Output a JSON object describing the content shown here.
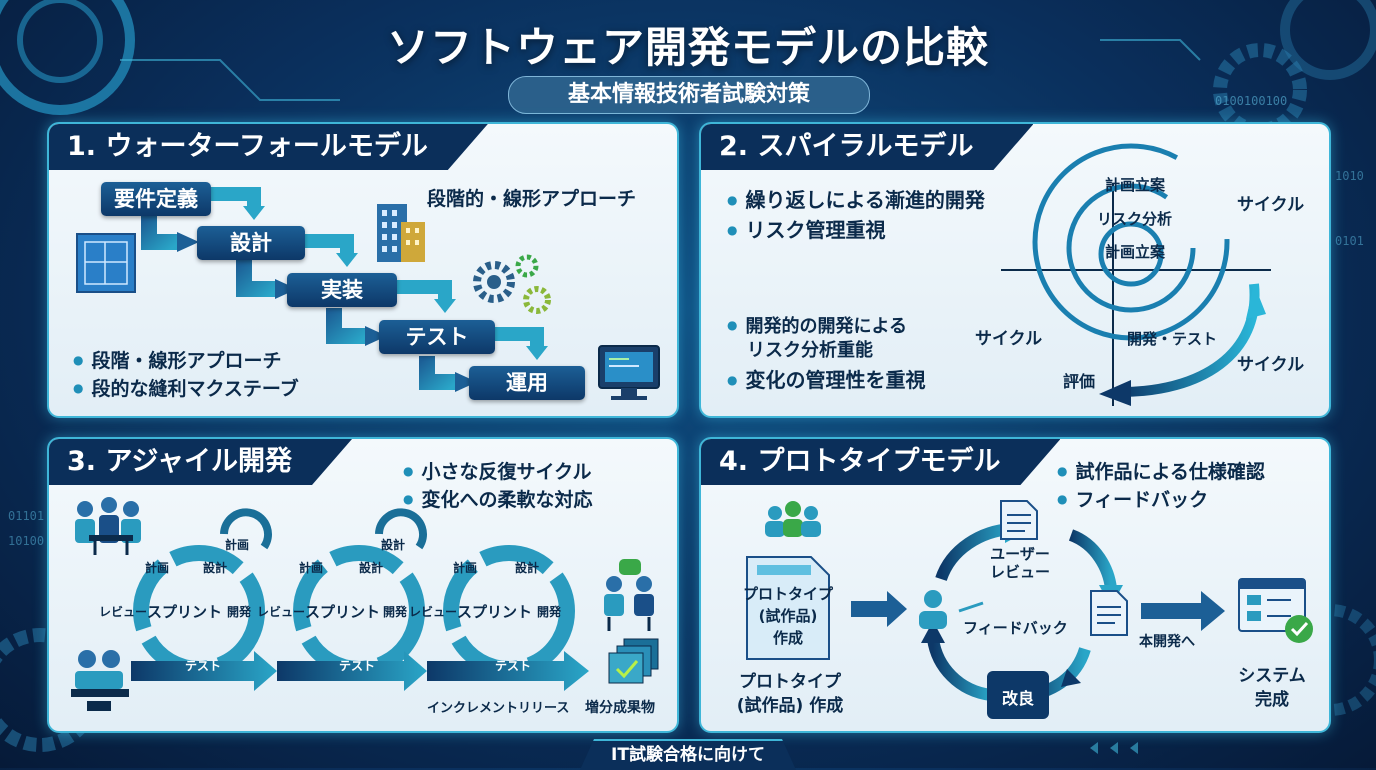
{
  "title": "ソフトウェア開発モデルの比較",
  "subtitle": "基本情報技術者試験対策",
  "footer": "IT試験合格に向けて",
  "waterfall": {
    "title": "1. ウォーターフォールモデル",
    "heading": "段階的・線形アプローチ",
    "steps": [
      "要件定義",
      "設計",
      "実装",
      "テスト",
      "運用"
    ],
    "bullets": [
      "段階・線形アプローチ",
      "段的な縫利マクステーブ"
    ]
  },
  "spiral": {
    "title": "2. スパイラルモデル",
    "bullets_top": [
      "繰り返しによる漸進的開発",
      "リスク管理重視"
    ],
    "bullets_bottom_1a": "開発的の開発による",
    "bullets_bottom_1b": "リスク分析重能",
    "bullets_bottom_2": "変化の管理性を重視",
    "labels": {
      "plan_outer": "計画立案",
      "risk": "リスク分析",
      "plan_inner": "計画立案",
      "cycle_top_right": "サイクル",
      "cycle_left": "サイクル",
      "dev_test": "開発・テスト",
      "cycle_bottom_right": "サイクル",
      "eval": "評価"
    }
  },
  "agile": {
    "title": "3. アジャイル開発",
    "bullets": [
      "小さな反復サイクル",
      "変化への柔軟な対応"
    ],
    "sprints": [
      {
        "plan_top": "計画",
        "plan": "計画",
        "design": "設計",
        "review": "レビュー",
        "center": "スプリント",
        "dev": "開発",
        "test": "テスト"
      },
      {
        "plan_top": "設計",
        "plan": "計画",
        "design": "設計",
        "review": "レビュー",
        "center": "スプリント",
        "dev": "開発",
        "test": "テスト"
      },
      {
        "plan_top": "",
        "plan": "計画",
        "design": "設計",
        "review": "レビュー",
        "center": "スプリント",
        "dev": "開発",
        "test": "テスト"
      }
    ],
    "increment_label": "インクレメントリリース",
    "deliverable": "増分成果物"
  },
  "prototype": {
    "title": "4. プロトタイプモデル",
    "bullets": [
      "試作品による仕様確認",
      "フィードバック"
    ],
    "doc_line1": "プロトタイプ",
    "doc_line2": "(試作品)",
    "doc_line3": "作成",
    "caption_line1": "プロトタイプ",
    "caption_line2": "(試作品) 作成",
    "user_review_1": "ユーザー",
    "user_review_2": "レビュー",
    "feedback": "フィードバック",
    "improve": "改良",
    "to_main": "本開発へ",
    "done_1": "システム",
    "done_2": "完成"
  },
  "colors": {
    "navy": "#0b2f5a",
    "cyan": "#3fb6d8",
    "teal": "#2a9bbf"
  }
}
